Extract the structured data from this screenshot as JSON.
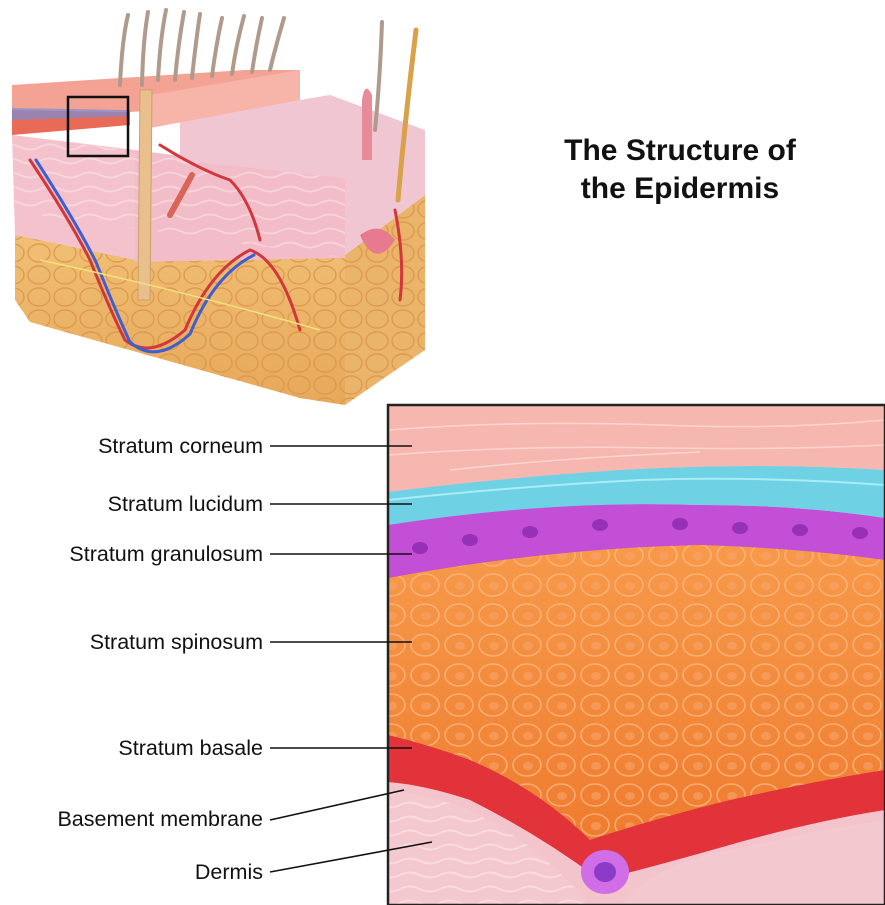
{
  "title": {
    "line1": "The Structure of",
    "line2": "the Epidermis"
  },
  "labels": {
    "corneum": "Stratum corneum",
    "lucidum": "Stratum lucidum",
    "granulosum": "Stratum granulosum",
    "spinosum": "Stratum spinosum",
    "basale": "Stratum basale",
    "basement": "Basement membrane",
    "dermis": "Dermis"
  },
  "layer_colors": {
    "corneum": "#f6b7b1",
    "lucidum": "#6fd2e4",
    "granulosum": "#c24fd6",
    "spinosum": "#f2893a",
    "basale": "#e2323a",
    "dermis": "#f3c4cb"
  }
}
